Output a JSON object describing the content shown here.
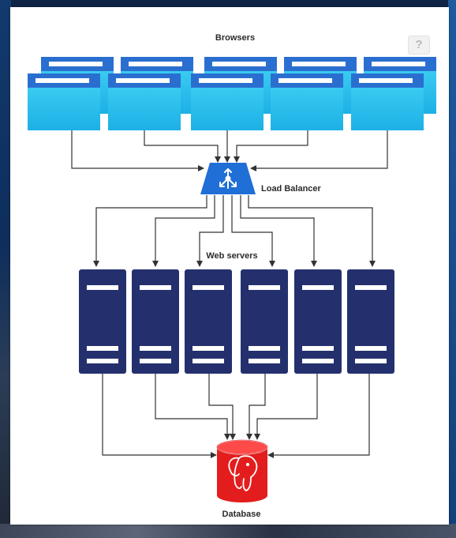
{
  "diagram": {
    "labels": {
      "browsers": "Browsers",
      "load_balancer": "Load Balancer",
      "web_servers": "Web servers",
      "database": "Database"
    },
    "help_button": {
      "label": "?"
    },
    "colors": {
      "browser_header": "#2a6fd0",
      "browser_body_top": "#3fd0f2",
      "browser_body_bottom": "#1fb2e8",
      "load_balancer": "#1f6fd6",
      "server": "#24306e",
      "database": "#e31d1d",
      "arrows": "#333333"
    },
    "counts": {
      "browsers": 10,
      "web_servers": 6
    }
  }
}
